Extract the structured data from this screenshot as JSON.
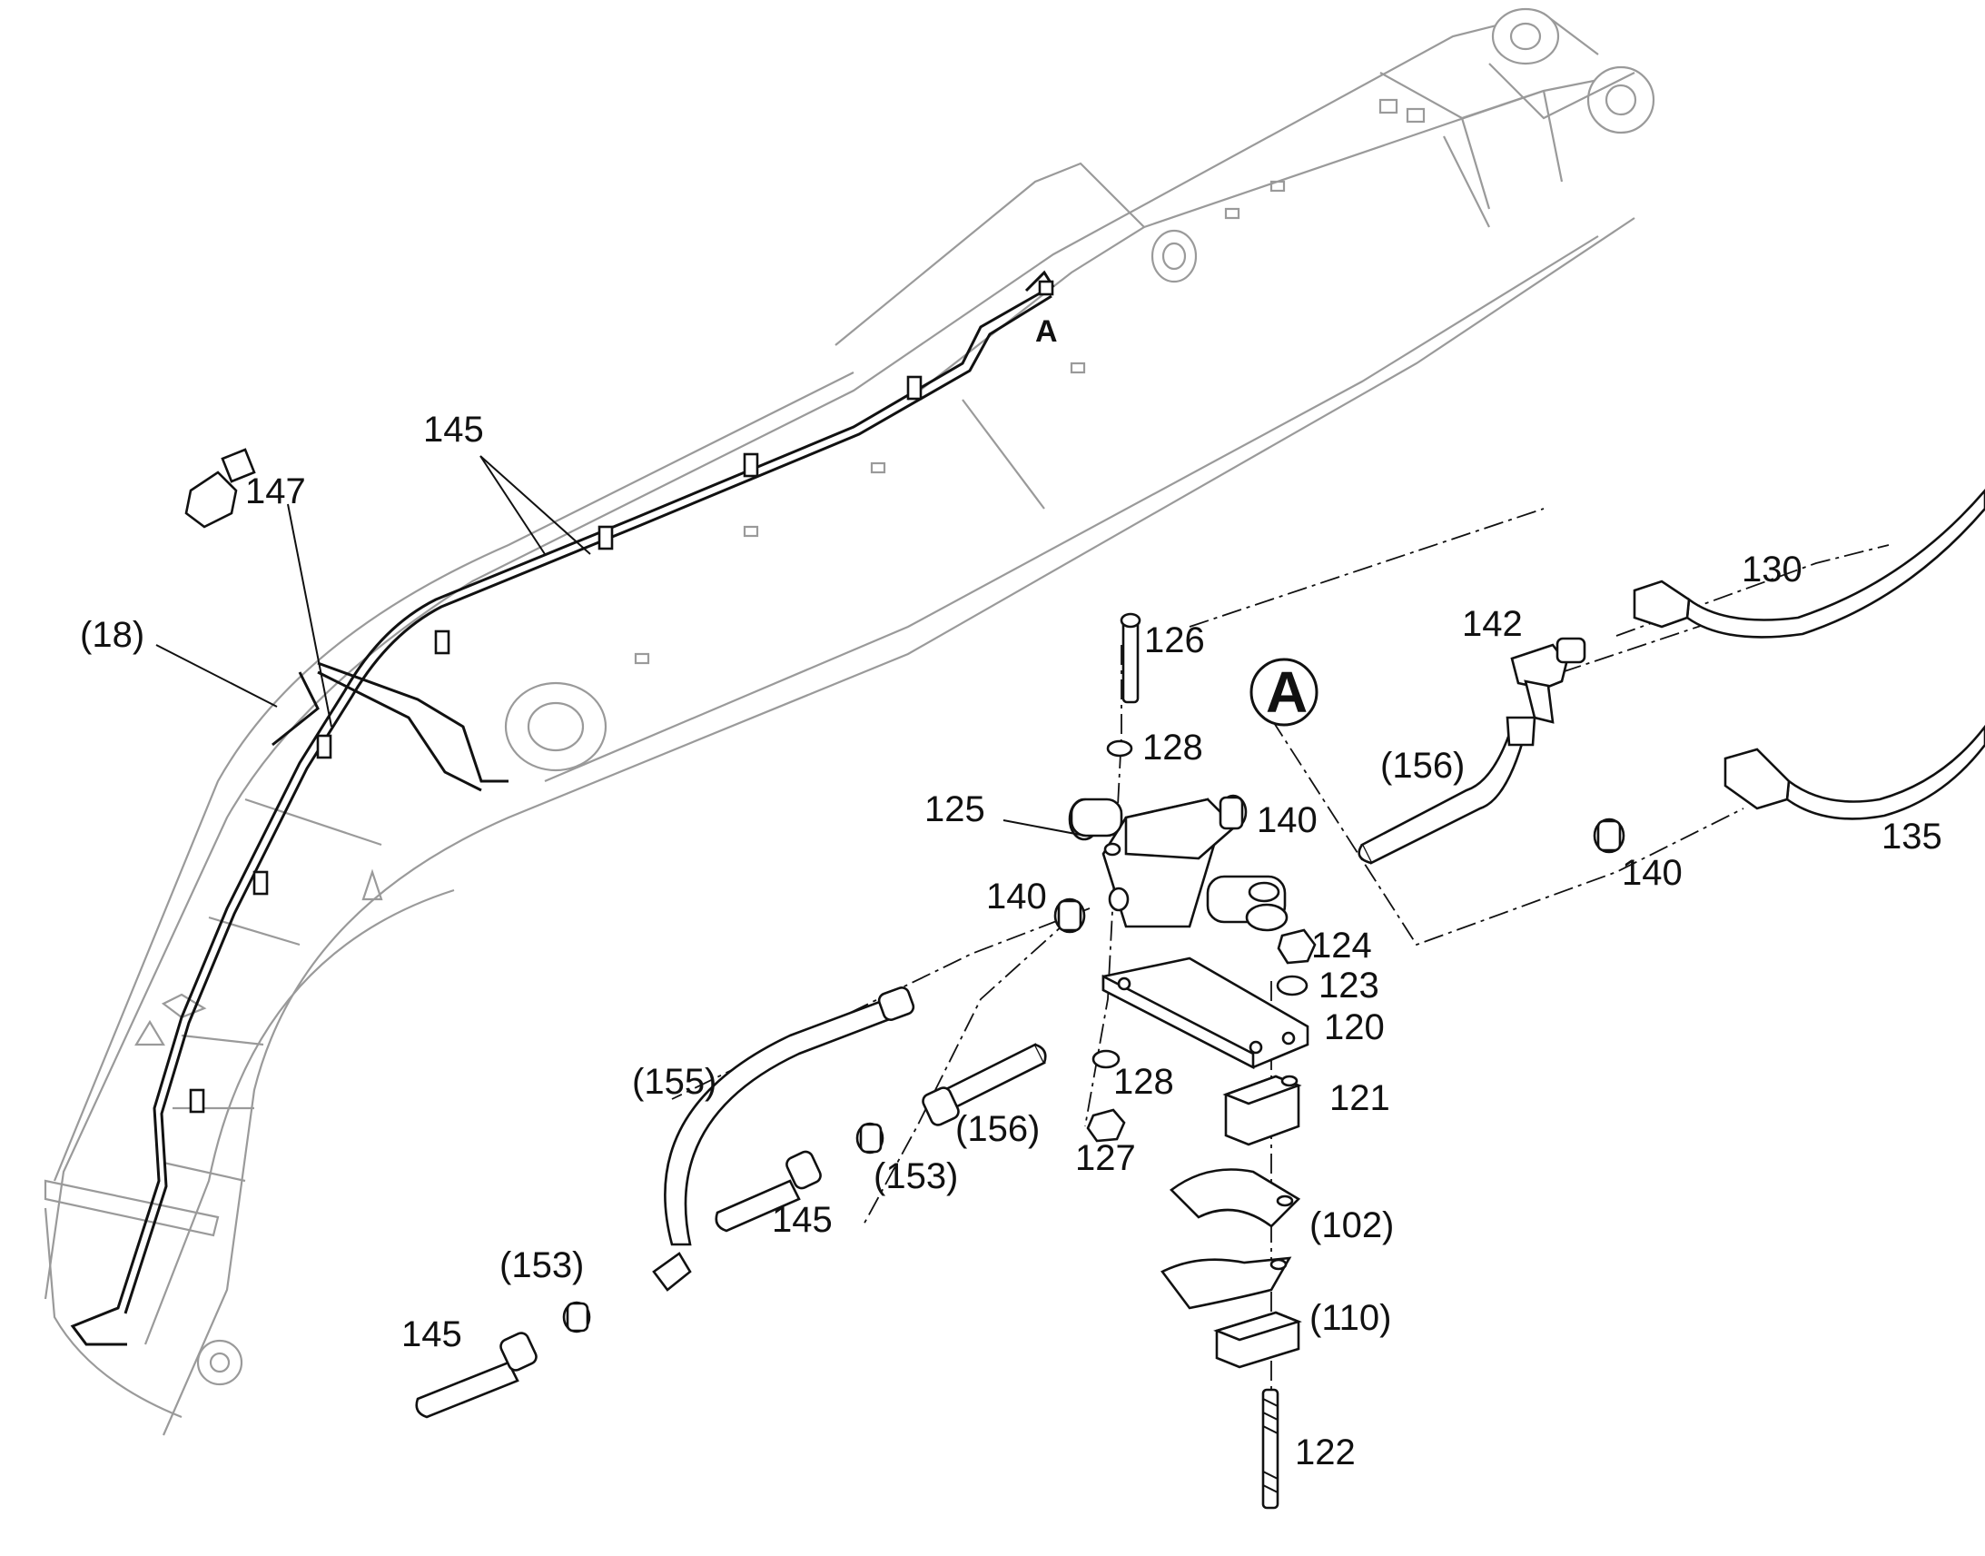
{
  "detail_label": "A",
  "detail_callout": "A",
  "labels": {
    "p145_top": "145",
    "p147": "147",
    "p18": "(18)",
    "p126": "126",
    "p128_top": "128",
    "p125": "125",
    "p140_mid": "140",
    "p140_left": "140",
    "p140_right": "140",
    "p142": "142",
    "p130": "130",
    "p135": "135",
    "p156_top": "(156)",
    "p124": "124",
    "p123": "123",
    "p120": "120",
    "p128_bottom": "128",
    "p127": "127",
    "p121": "121",
    "p155": "(155)",
    "p156_bottom": "(156)",
    "p153_mid": "(153)",
    "p145_mid": "145",
    "p102": "(102)",
    "p153_left": "(153)",
    "p145_left": "145",
    "p110": "(110)",
    "p122": "122"
  }
}
